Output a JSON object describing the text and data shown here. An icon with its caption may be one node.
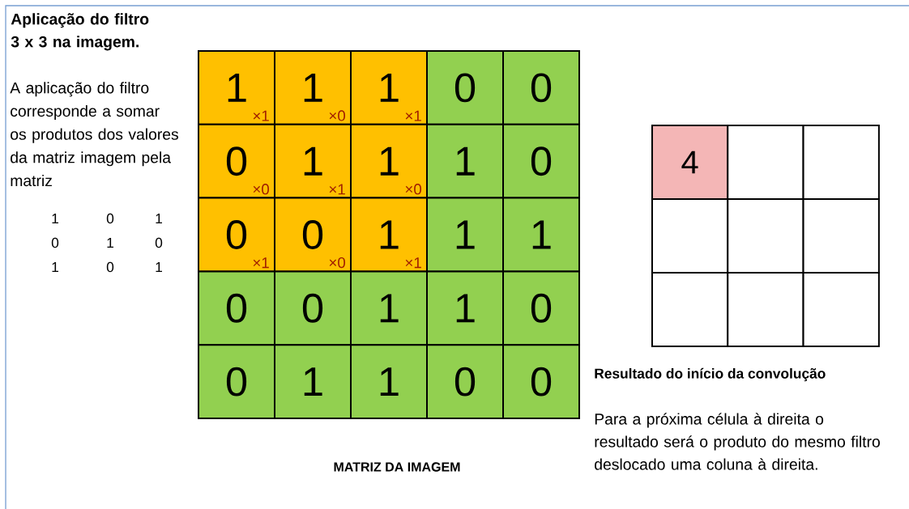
{
  "diagram": {
    "title": "Aplicação do filtro 3 x 3 na imagem.",
    "nodes": [
      {
        "text": [
          "1",
          "×1"
        ]
      },
      {
        "text": [
          "1",
          "×0"
        ]
      },
      {
        "text": [
          "1",
          "×1"
        ]
      },
      {
        "text": [
          "0"
        ]
      },
      {
        "text": [
          "0"
        ]
      },
      {
        "text": [
          "0",
          "×0"
        ]
      },
      {
        "text": [
          "1",
          "×1"
        ]
      },
      {
        "text": [
          "1",
          "×0"
        ]
      },
      {
        "text": [
          "1"
        ]
      },
      {
        "text": [
          "0"
        ]
      },
      {
        "text": [
          "0",
          "×1"
        ]
      },
      {
        "text": [
          "0",
          "×0"
        ]
      },
      {
        "text": [
          "1",
          "×1"
        ]
      },
      {
        "text": [
          "1"
        ]
      },
      {
        "text": [
          "1"
        ]
      },
      {
        "text": [
          "0"
        ]
      },
      {
        "text": [
          "0"
        ]
      },
      {
        "text": [
          "1"
        ]
      },
      {
        "text": [
          "1"
        ]
      },
      {
        "text": [
          "0"
        ]
      },
      {
        "text": [
          "0"
        ]
      },
      {
        "text": [
          "1"
        ]
      },
      {
        "text": [
          "1"
        ]
      },
      {
        "text": [
          "0"
        ]
      },
      {
        "text": [
          "0"
        ]
      },
      {
        "text": [
          "4"
        ]
      },
      {
        "text": [],
        "shape": "box"
      },
      {
        "text": [],
        "shape": "box"
      },
      {
        "text": [],
        "shape": "box"
      },
      {
        "text": [],
        "shape": "box"
      },
      {
        "text": [],
        "shape": "box"
      },
      {
        "text": [],
        "shape": "box"
      },
      {
        "text": [],
        "shape": "box"
      },
      {
        "text": [],
        "shape": "box"
      }
    ],
    "labels": [
      "A aplicação do filtro corresponde a somar os produtos dos valores da matriz imagem pela matriz",
      "1",
      "0",
      "1",
      "0",
      "1",
      "0",
      "1",
      "0",
      "1",
      "MATRIZ DA IMAGEM",
      "Resultado do início da convolução",
      "Para a próxima célula à direita o resultado será o produto do mesmo filtro deslocado uma coluna à direita."
    ]
  }
}
